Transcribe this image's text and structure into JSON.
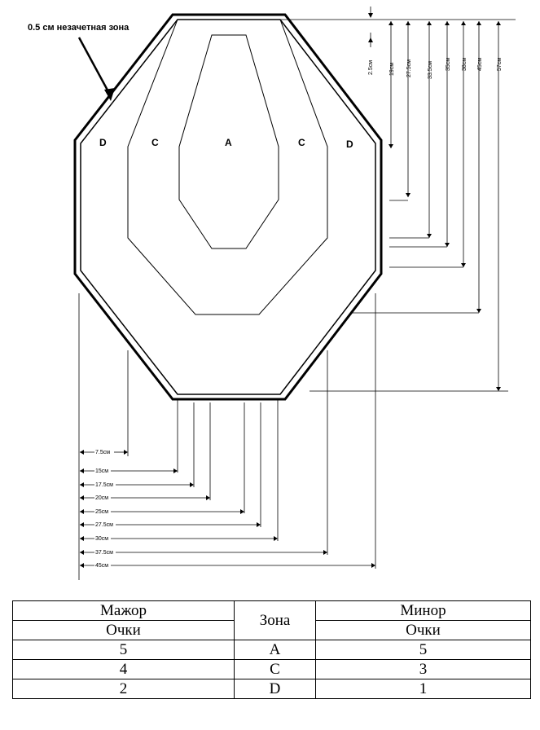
{
  "diagram": {
    "no_score_note": "0.5 см  незачетная зона",
    "zone_labels": [
      "D",
      "C",
      "A",
      "C",
      "D"
    ],
    "vertical_dims": [
      "2.5см",
      "19см",
      "27.5см",
      "33.5см",
      "35см",
      "38см",
      "45см",
      "57см"
    ],
    "horizontal_dims": [
      "7.5см",
      "15см",
      "17.5см",
      "20см",
      "25см",
      "27.5см",
      "30см",
      "37.5см",
      "45см"
    ]
  },
  "table": {
    "major_header": "Мажор",
    "zone_header": "Зона",
    "minor_header": "Минор",
    "points_label_major": "Очки",
    "points_label_minor": "Очки",
    "rows": [
      {
        "major": "5",
        "zone": "A",
        "minor": "5"
      },
      {
        "major": "4",
        "zone": "C",
        "minor": "3"
      },
      {
        "major": "2",
        "zone": "D",
        "minor": "1"
      }
    ]
  }
}
